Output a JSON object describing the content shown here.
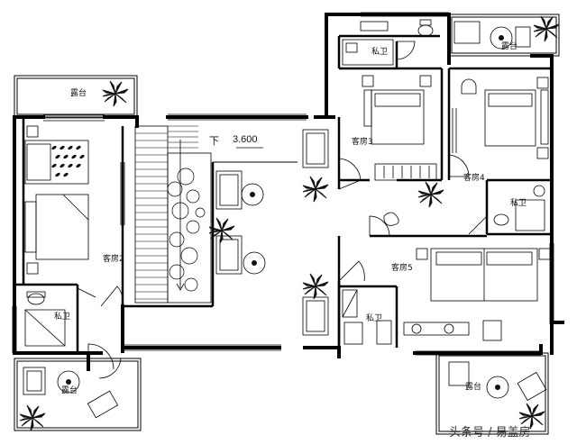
{
  "labels": {
    "terrace": "露台",
    "bath": "私卫",
    "bedroom2": "客房2",
    "bedroom3": "客房3",
    "bedroom4": "客房4",
    "bedroom5": "客房5",
    "stair_down": "下",
    "elevation": "3.600"
  },
  "watermark": "头条号 / 易盖房"
}
